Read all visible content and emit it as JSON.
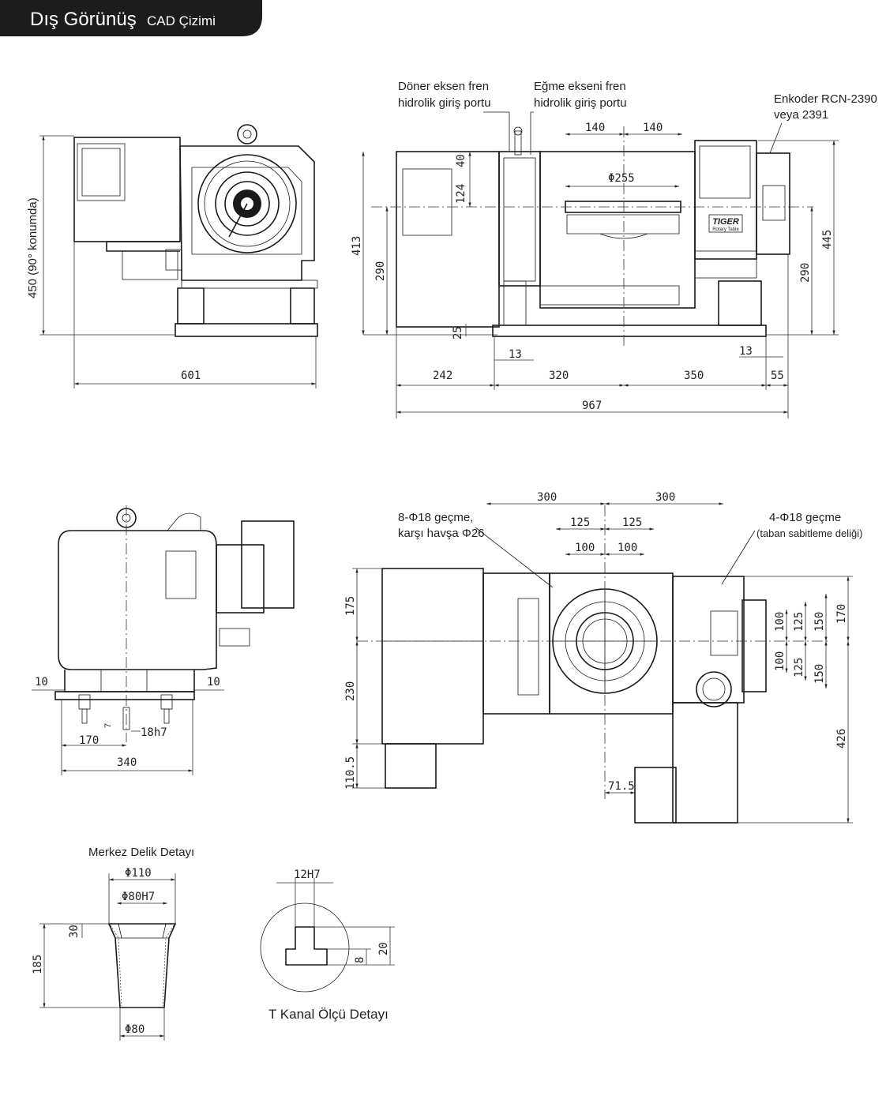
{
  "header": {
    "title": "Dış Görünüş",
    "subtitle": "CAD Çizimi"
  },
  "side_view": {
    "height_label": "450 (90° konumda)",
    "width_label": "601"
  },
  "front_view": {
    "callout_brake_rotary": [
      "Döner eksen fren",
      "hidrolik giriş portu"
    ],
    "callout_brake_tilt": [
      "Eğme ekseni fren",
      "hidrolik giriş portu"
    ],
    "callout_encoder": [
      "Enkoder RCN-2390",
      "veya 2391"
    ],
    "nameplate": [
      "TIGER",
      "Rotary Table"
    ],
    "dims": {
      "d140a": "140",
      "d140b": "140",
      "d255": "Φ255",
      "d40": "40",
      "d124": "124",
      "d413": "413",
      "d290l": "290",
      "d25": "25",
      "d13a": "13",
      "d13b": "13",
      "d290r": "290",
      "d445": "445",
      "d242": "242",
      "d320": "320",
      "d350": "350",
      "d55": "55",
      "d967": "967"
    }
  },
  "rear_view": {
    "dims": {
      "d10l": "10",
      "d10r": "10",
      "d7": "7",
      "d170": "170",
      "d18h7": "18h7",
      "d340": "340"
    }
  },
  "top_view": {
    "callout_holes": [
      "8-Φ18 geçme,",
      "karşı havşa Φ26"
    ],
    "callout_base": [
      "4-Φ18 geçme",
      "(taban sabitleme deliği)"
    ],
    "dims": {
      "d300a": "300",
      "d300b": "300",
      "d125a": "125",
      "d125b": "125",
      "d100a": "100",
      "d100b": "100",
      "d175": "175",
      "d230": "230",
      "d110_5": "110.5",
      "d71_5": "71.5",
      "v100a": "100",
      "v125a": "125",
      "v150a": "150",
      "v170": "170",
      "v100b": "100",
      "v125b": "125",
      "v150b": "150",
      "v426": "426"
    }
  },
  "center_hole_detail": {
    "title": "Merkez Delik Detayı",
    "dims": {
      "d110": "Φ110",
      "d80h7": "Φ80H7",
      "d30": "30",
      "d185": "185",
      "d80": "Φ80"
    }
  },
  "t_slot_detail": {
    "title": "T Kanal Ölçü Detayı",
    "dims": {
      "d12h7": "12H7",
      "d8": "8",
      "d20": "20"
    }
  }
}
